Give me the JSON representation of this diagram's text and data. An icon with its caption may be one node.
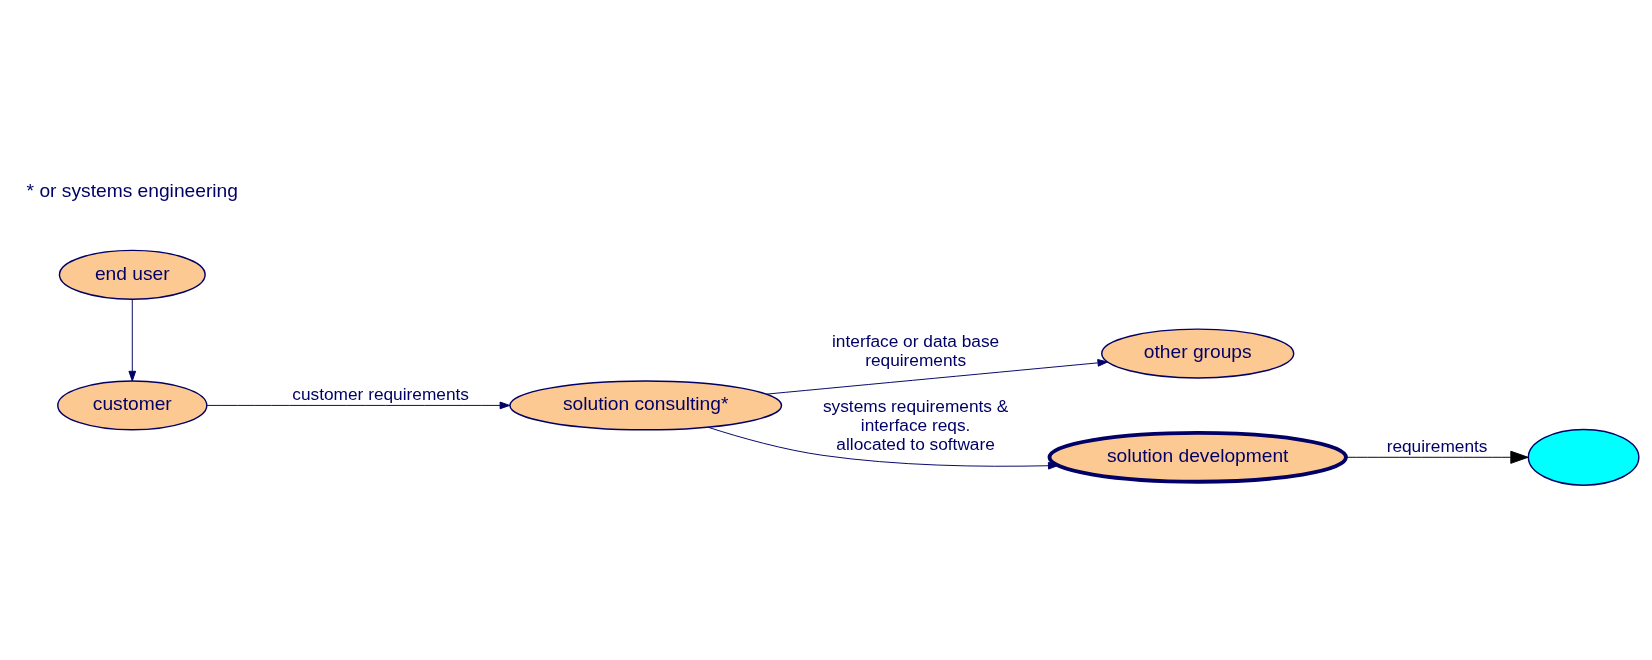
{
  "diagram": {
    "nodes": [
      {
        "text": [
          "end user"
        ]
      },
      {
        "text": [
          "customer"
        ]
      },
      {
        "text": [
          "solution consulting*"
        ]
      },
      {
        "text": [
          "other groups"
        ]
      },
      {
        "text": [
          "solution development"
        ]
      },
      {
        "text": [],
        "shape": "ellipse"
      }
    ],
    "edges": [
      {
        "from": 0,
        "to": 1,
        "arrow": "to"
      },
      {
        "from": 1,
        "to": 2,
        "arrow": "to",
        "label": "customer requirements"
      },
      {
        "from": 2,
        "to": 3,
        "arrow": "to",
        "label": "interface or data base requirements"
      },
      {
        "from": 2,
        "to": 4,
        "arrow": "to",
        "label": "systems requirements & interface reqs. allocated to software"
      },
      {
        "from": 4,
        "to": 5,
        "arrow": "to",
        "label": "requirements",
        "color": "#000000"
      }
    ],
    "labels": [
      "* or systems engineering"
    ]
  }
}
